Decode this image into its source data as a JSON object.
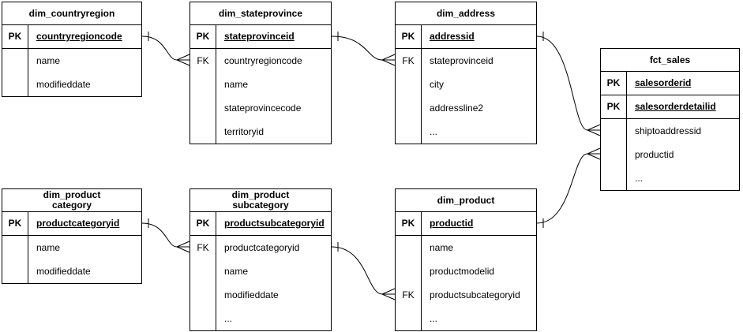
{
  "diagram": {
    "type": "entity-relationship",
    "line_color": "#000000",
    "background_color": "#ffffff",
    "notation": "crow-foot"
  },
  "entities": {
    "countryregion": {
      "title": "dim_countryregion",
      "rows": [
        {
          "tag": "PK",
          "name": "countryregioncode"
        },
        {
          "tag": "",
          "name": "name"
        },
        {
          "tag": "",
          "name": "modifieddate"
        }
      ]
    },
    "stateprovince": {
      "title": "dim_stateprovince",
      "rows": [
        {
          "tag": "PK",
          "name": "stateprovinceid"
        },
        {
          "tag": "FK",
          "name": "countryregioncode"
        },
        {
          "tag": "",
          "name": "name"
        },
        {
          "tag": "",
          "name": "stateprovincecode"
        },
        {
          "tag": "",
          "name": "territoryid"
        }
      ]
    },
    "address": {
      "title": "dim_address",
      "rows": [
        {
          "tag": "PK",
          "name": "addressid"
        },
        {
          "tag": "FK",
          "name": "stateprovinceid"
        },
        {
          "tag": "",
          "name": "city"
        },
        {
          "tag": "",
          "name": "addressline2"
        },
        {
          "tag": "",
          "name": "..."
        }
      ]
    },
    "fct_sales": {
      "title": "fct_sales",
      "rows": [
        {
          "tag": "PK",
          "name": "salesorderid"
        },
        {
          "tag": "PK",
          "name": "salesorderdetailid"
        },
        {
          "tag": "",
          "name": "shiptoaddressid"
        },
        {
          "tag": "",
          "name": "productid"
        },
        {
          "tag": "",
          "name": "..."
        }
      ]
    },
    "product_category": {
      "title": "dim_product\ncategory",
      "rows": [
        {
          "tag": "PK",
          "name": "productcategoryid"
        },
        {
          "tag": "",
          "name": "name"
        },
        {
          "tag": "",
          "name": "modifieddate"
        }
      ]
    },
    "product_subcategory": {
      "title": "dim_product\nsubcategory",
      "rows": [
        {
          "tag": "PK",
          "name": "productsubcategoryid"
        },
        {
          "tag": "FK",
          "name": "productcategoryid"
        },
        {
          "tag": "",
          "name": "name"
        },
        {
          "tag": "",
          "name": "modifieddate"
        },
        {
          "tag": "",
          "name": "..."
        }
      ]
    },
    "product": {
      "title": "dim_product",
      "rows": [
        {
          "tag": "PK",
          "name": "productid"
        },
        {
          "tag": "",
          "name": "name"
        },
        {
          "tag": "",
          "name": "productmodelid"
        },
        {
          "tag": "FK",
          "name": "productsubcategoryid"
        },
        {
          "tag": "",
          "name": "..."
        }
      ]
    }
  },
  "relationships": [
    {
      "from_table": "dim_countryregion",
      "from_column": "countryregioncode",
      "to_table": "dim_stateprovince",
      "to_column": "countryregioncode",
      "cardinality": "one-to-many"
    },
    {
      "from_table": "dim_stateprovince",
      "from_column": "stateprovinceid",
      "to_table": "dim_address",
      "to_column": "stateprovinceid",
      "cardinality": "one-to-many"
    },
    {
      "from_table": "dim_address",
      "from_column": "addressid",
      "to_table": "fct_sales",
      "to_column": "shiptoaddressid",
      "cardinality": "one-to-many"
    },
    {
      "from_table": "dim_product",
      "from_column": "productid",
      "to_table": "fct_sales",
      "to_column": "productid",
      "cardinality": "one-to-many"
    },
    {
      "from_table": "dim_product category",
      "from_column": "productcategoryid",
      "to_table": "dim_product subcategory",
      "to_column": "productcategoryid",
      "cardinality": "one-to-many"
    },
    {
      "from_table": "dim_product subcategory",
      "from_column": "productsubcategoryid",
      "to_table": "dim_product",
      "to_column": "productsubcategoryid",
      "cardinality": "one-to-many"
    }
  ]
}
